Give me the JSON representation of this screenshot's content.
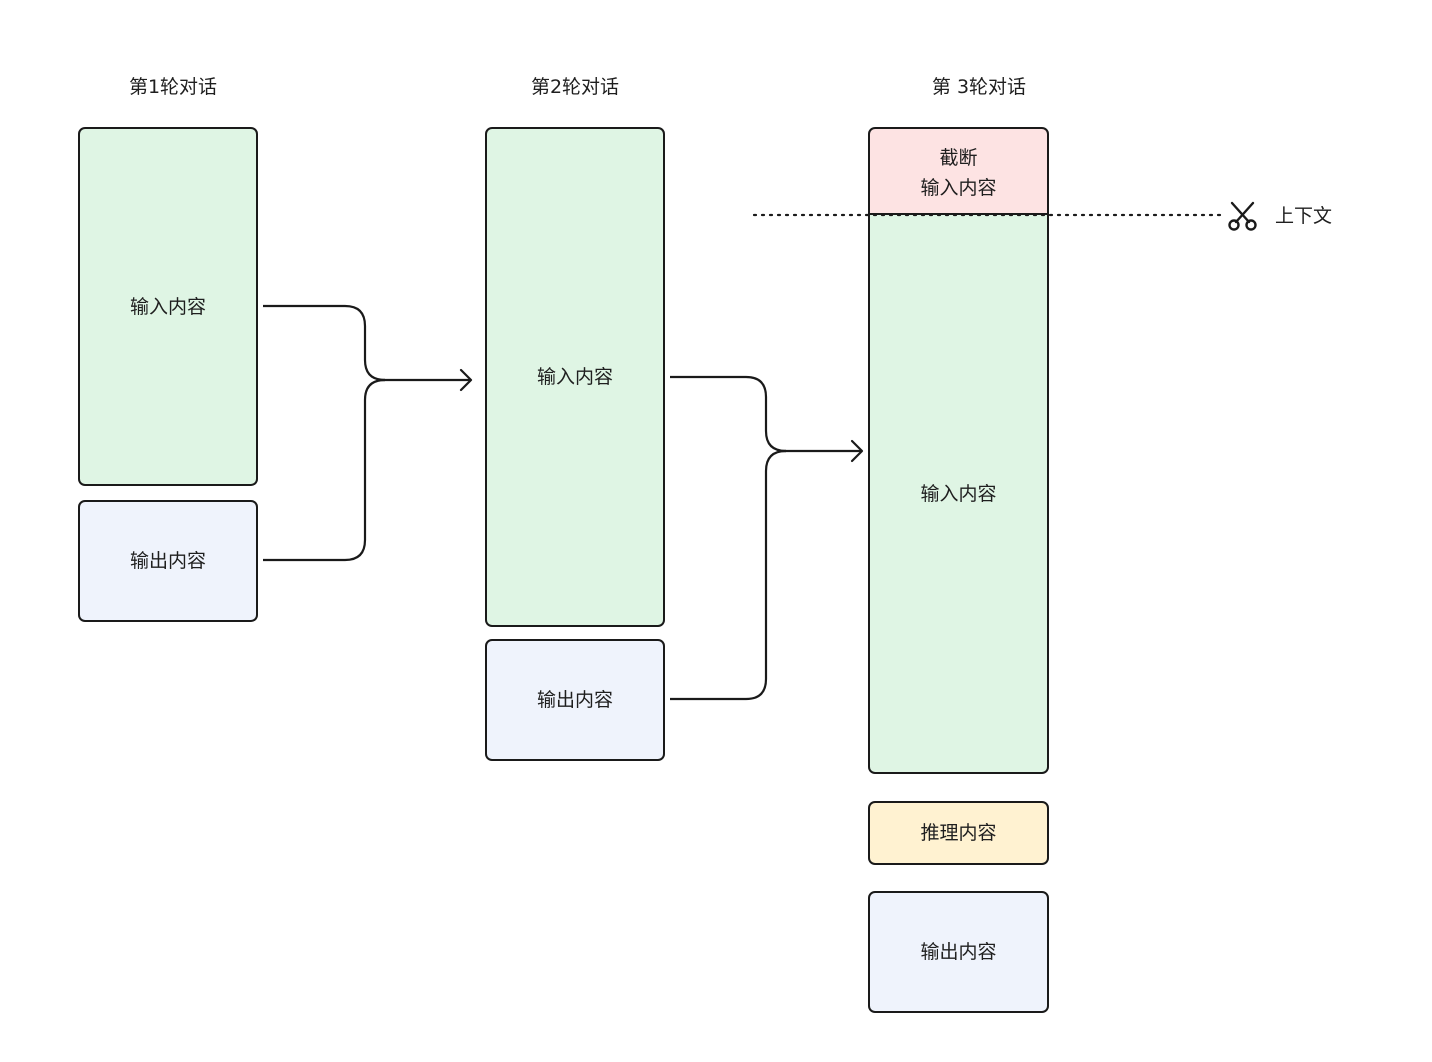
{
  "rounds": [
    {
      "title": "第1轮对话",
      "input_label": "输入内容",
      "output_label": "输出内容"
    },
    {
      "title": "第2轮对话",
      "input_label": "输入内容",
      "output_label": "输出内容"
    },
    {
      "title": "第 3轮对话",
      "truncated_label_line1": "截断",
      "truncated_label_line2": "输入内容",
      "input_label": "输入内容",
      "reasoning_label": "推理内容",
      "output_label": "输出内容"
    }
  ],
  "context_label": "上下文",
  "icons": {
    "cut": "scissors-icon"
  },
  "colors": {
    "input_fill": "#dff5e4",
    "output_fill": "#eff3fc",
    "truncated_fill": "#fde3e3",
    "reasoning_fill": "#fff2d1",
    "stroke": "#1a1a1a"
  }
}
